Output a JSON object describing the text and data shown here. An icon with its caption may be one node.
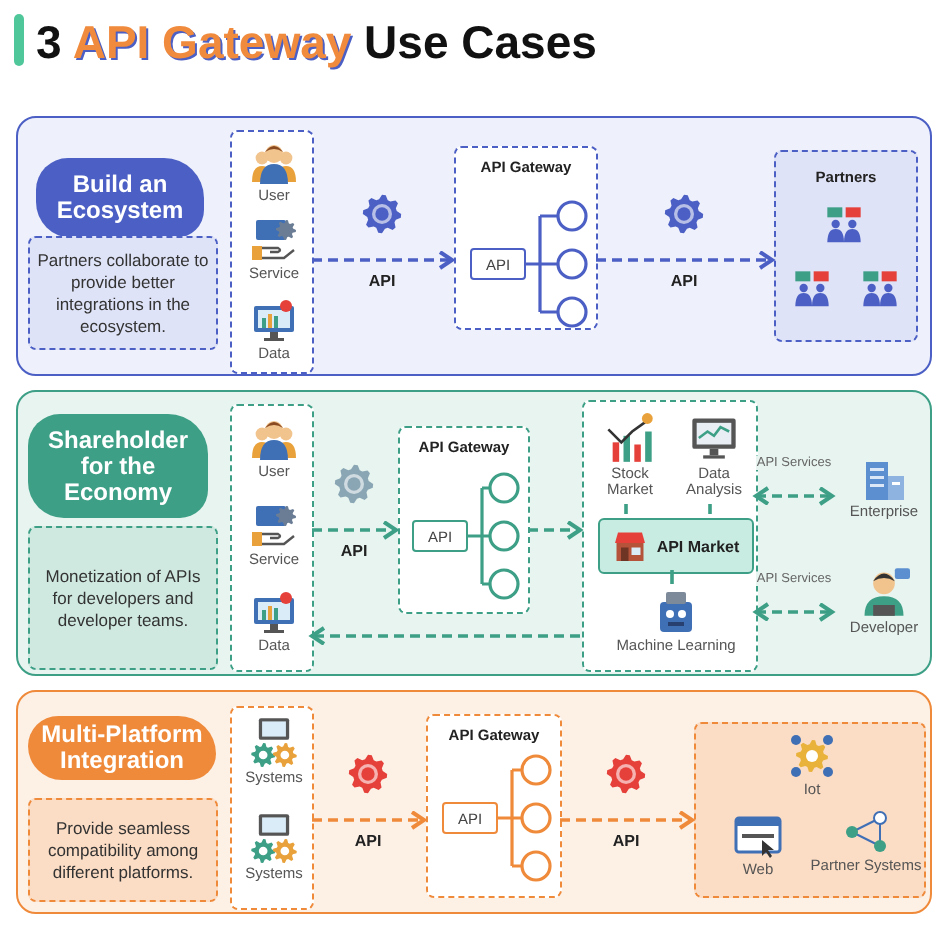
{
  "diagram": {
    "title": "3 *API Gateway* Use Cases",
    "nodes": [
      {
        "text": [
          "Build an Ecosystem"
        ]
      },
      {
        "text": [
          "Partners collaborate to provide better integrations in the ecosystem."
        ],
        "in": 0
      },
      {
        "text": [],
        "shape": "box",
        "in": 0
      },
      {
        "text": [
          "User"
        ],
        "in": 2
      },
      {
        "text": [
          "Service"
        ],
        "in": 2
      },
      {
        "text": [
          "Data"
        ],
        "in": 2
      },
      {
        "text": [
          "API Gateway"
        ],
        "in": 0
      },
      {
        "text": [
          "API"
        ],
        "in": 6
      },
      {
        "text": [
          "Partners"
        ],
        "in": 0
      },
      {
        "text": [
          "Shareholder for the Economy"
        ]
      },
      {
        "text": [
          "Monetization of APIs for developers and developer teams."
        ],
        "in": 9
      },
      {
        "text": [],
        "shape": "box",
        "in": 9
      },
      {
        "text": [
          "User"
        ],
        "in": 11
      },
      {
        "text": [
          "Service"
        ],
        "in": 11
      },
      {
        "text": [
          "Data"
        ],
        "in": 11
      },
      {
        "text": [
          "API Gateway"
        ],
        "in": 9
      },
      {
        "text": [
          "API"
        ],
        "in": 15
      },
      {
        "text": [],
        "shape": "box",
        "in": 9
      },
      {
        "text": [
          "Stock Market"
        ],
        "in": 17
      },
      {
        "text": [
          "Data Analysis"
        ],
        "in": 17
      },
      {
        "text": [
          "API Market"
        ],
        "in": 17
      },
      {
        "text": [
          "Machine Learning"
        ],
        "in": 17
      },
      {
        "text": [
          "Enterprise"
        ],
        "in": 9
      },
      {
        "text": [
          "Developer"
        ],
        "in": 9
      },
      {
        "text": [
          "Multi-Platform Integration"
        ]
      },
      {
        "text": [
          "Provide seamless compatibility among different platforms."
        ],
        "in": 24
      },
      {
        "text": [],
        "shape": "box",
        "in": 24
      },
      {
        "text": [
          "Systems"
        ],
        "in": 26
      },
      {
        "text": [
          "Systems"
        ],
        "in": 26
      },
      {
        "text": [
          "API Gateway"
        ],
        "in": 24
      },
      {
        "text": [
          "API"
        ],
        "in": 29
      },
      {
        "text": [],
        "shape": "box",
        "in": 24
      },
      {
        "text": [
          "Iot"
        ],
        "in": 31
      },
      {
        "text": [
          "Web"
        ],
        "in": 31
      },
      {
        "text": [
          "Partner Systems"
        ],
        "in": 31
      }
    ],
    "edges": [
      {
        "from": 2,
        "to": 6,
        "arrow": "to",
        "label": "API",
        "style": "dashed",
        "color": "#4b5fc4"
      },
      {
        "from": 6,
        "to": 8,
        "arrow": "to",
        "label": "API",
        "style": "dashed",
        "color": "#4b5fc4"
      },
      {
        "from": 11,
        "to": 15,
        "arrow": "to",
        "label": "API",
        "style": "dashed",
        "color": "#3c9f86"
      },
      {
        "from": 15,
        "to": 17,
        "arrow": "to",
        "style": "dashed",
        "color": "#3c9f86"
      },
      {
        "from": 17,
        "to": 11,
        "arrow": "to",
        "style": "dashed",
        "color": "#3c9f86"
      },
      {
        "from": 18,
        "to": 20,
        "arrow": "none",
        "color": "#3c9f86"
      },
      {
        "from": 19,
        "to": 20,
        "arrow": "none",
        "color": "#3c9f86"
      },
      {
        "from": 20,
        "to": 21,
        "arrow": "none",
        "color": "#3c9f86"
      },
      {
        "from": 17,
        "to": 22,
        "arrow": "both",
        "label": "API Services",
        "style": "dashed",
        "color": "#3c9f86"
      },
      {
        "from": 17,
        "to": 23,
        "arrow": "both",
        "label": "API Services",
        "style": "dashed",
        "color": "#3c9f86"
      },
      {
        "from": 26,
        "to": 29,
        "arrow": "to",
        "label": "API",
        "style": "dashed",
        "color": "#ef8a3a"
      },
      {
        "from": 29,
        "to": 31,
        "arrow": "to",
        "label": "API",
        "style": "dashed",
        "color": "#ef8a3a"
      }
    ]
  }
}
